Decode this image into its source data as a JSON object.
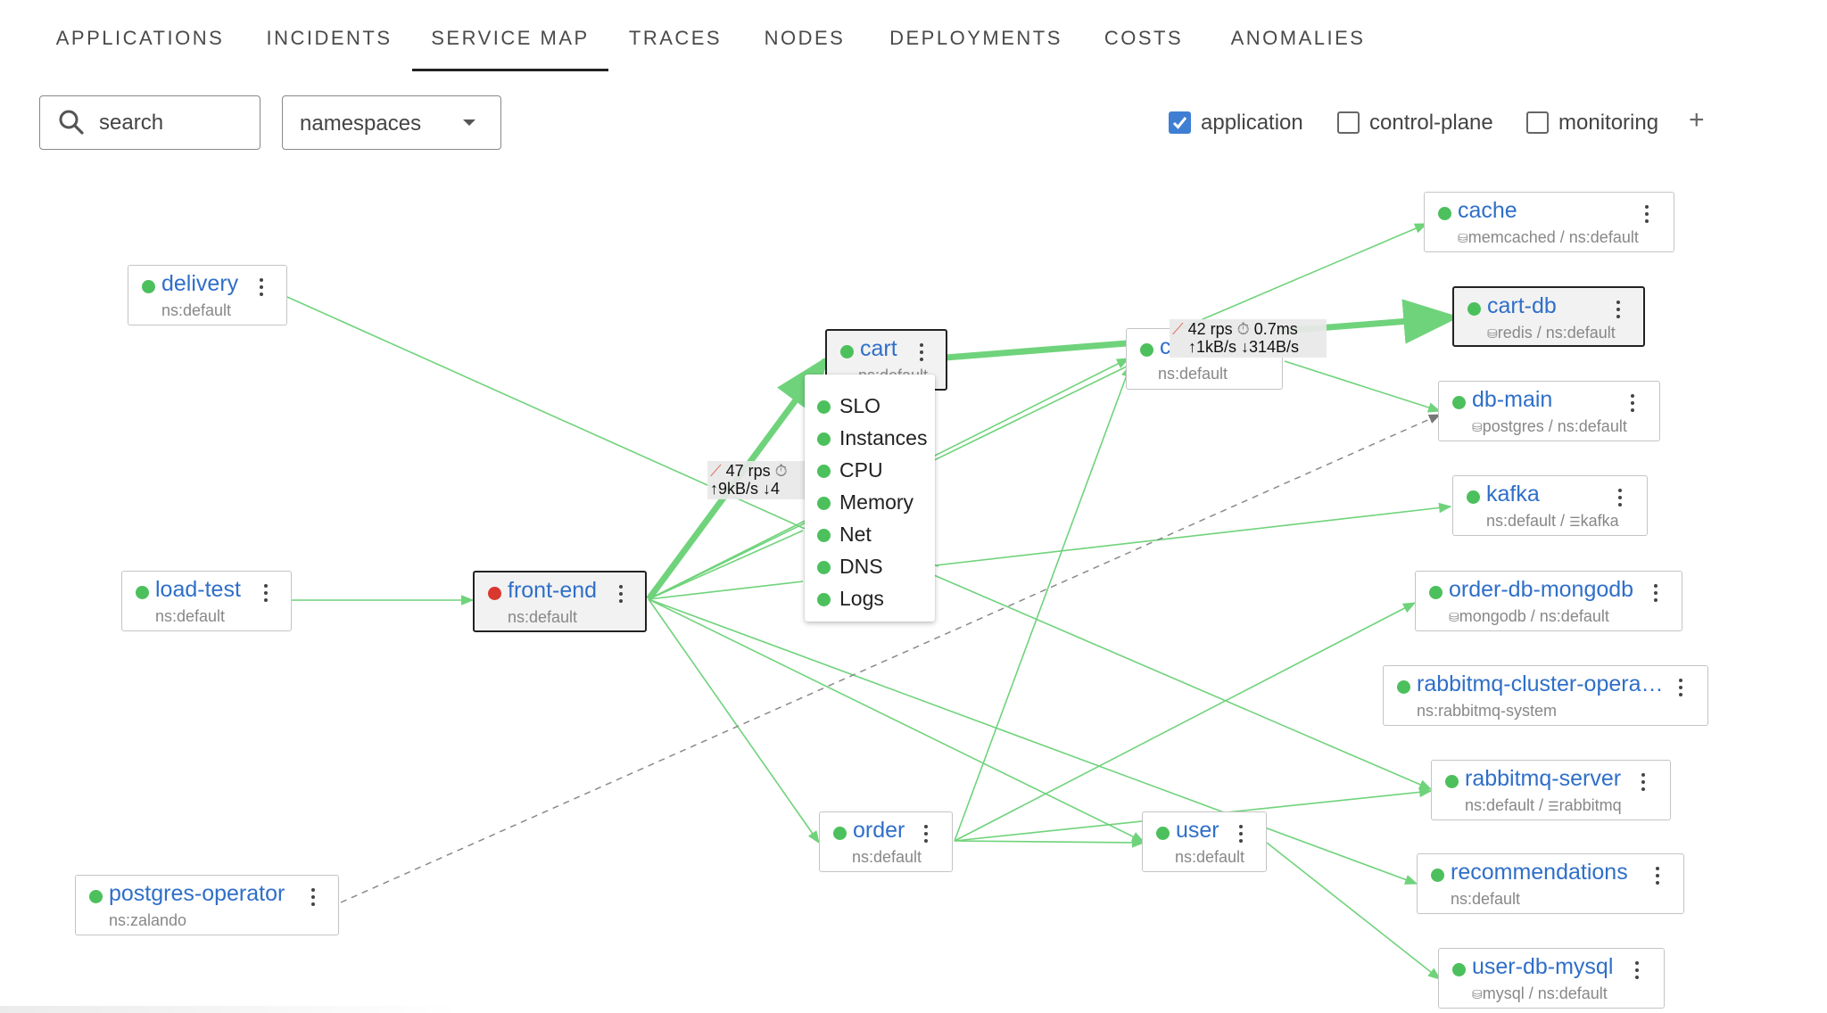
{
  "tabs": [
    "APPLICATIONS",
    "INCIDENTS",
    "SERVICE MAP",
    "TRACES",
    "NODES",
    "DEPLOYMENTS",
    "COSTS",
    "ANOMALIES"
  ],
  "active_tab": "SERVICE MAP",
  "filters": {
    "search_placeholder": "search",
    "namespaces_label": "namespaces",
    "checkboxes": [
      {
        "label": "application",
        "checked": true
      },
      {
        "label": "control-plane",
        "checked": false
      },
      {
        "label": "monitoring",
        "checked": false
      }
    ],
    "add_label": "+"
  },
  "nodes": {
    "cache": {
      "name": "cache",
      "sub": "memcached / ns:default",
      "status": "ok"
    },
    "cart_db": {
      "name": "cart-db",
      "sub": "redis / ns:default",
      "status": "ok"
    },
    "db_main": {
      "name": "db-main",
      "sub": "postgres / ns:default",
      "status": "ok"
    },
    "kafka": {
      "name": "kafka",
      "sub": "ns:default / ",
      "sub_suffix": "kafka",
      "status": "ok"
    },
    "order_db_mongodb": {
      "name": "order-db-mongodb",
      "sub": "mongodb / ns:default",
      "status": "ok"
    },
    "rabbitmq_cluster_operator": {
      "name": "rabbitmq-cluster-opera…",
      "sub": "ns:rabbitmq-system",
      "status": "ok"
    },
    "rabbitmq_server": {
      "name": "rabbitmq-server",
      "sub": "ns:default / ",
      "sub_suffix": "rabbitmq",
      "status": "ok"
    },
    "recommendations": {
      "name": "recommendations",
      "sub": "ns:default",
      "status": "ok"
    },
    "user_db_mysql": {
      "name": "user-db-mysql",
      "sub": "mysql / ns:default",
      "status": "ok"
    },
    "delivery": {
      "name": "delivery",
      "sub": "ns:default",
      "status": "ok"
    },
    "load_test": {
      "name": "load-test",
      "sub": "ns:default",
      "status": "ok"
    },
    "front_end": {
      "name": "front-end",
      "sub": "ns:default",
      "status": "error"
    },
    "cart": {
      "name": "cart",
      "sub": "ns:default",
      "status": "ok"
    },
    "catalogue": {
      "name": "c",
      "sub": "ns:default",
      "status": "ok"
    },
    "order": {
      "name": "order",
      "sub": "ns:default",
      "status": "ok"
    },
    "user": {
      "name": "user",
      "sub": "ns:default",
      "status": "ok"
    },
    "postgres_operator": {
      "name": "postgres-operator",
      "sub": "ns:zalando",
      "status": "ok"
    }
  },
  "edge_stats": {
    "frontend_to_cart": {
      "rps": "47 rps",
      "traffic": "↑9kB/s ↓4"
    },
    "cart_to_cartdb": {
      "rps": "42 rps",
      "latency": "0.7ms",
      "traffic": "↑1kB/s ↓314B/s"
    }
  },
  "context_menu": {
    "items": [
      "SLO",
      "Instances",
      "CPU",
      "Memory",
      "Net",
      "DNS",
      "Logs"
    ]
  },
  "colors": {
    "accent": "#2f6fc8",
    "ok": "#4cc05c",
    "error": "#d9382f",
    "edge": "#6fd37b",
    "checkbox": "#3f7fd3"
  }
}
